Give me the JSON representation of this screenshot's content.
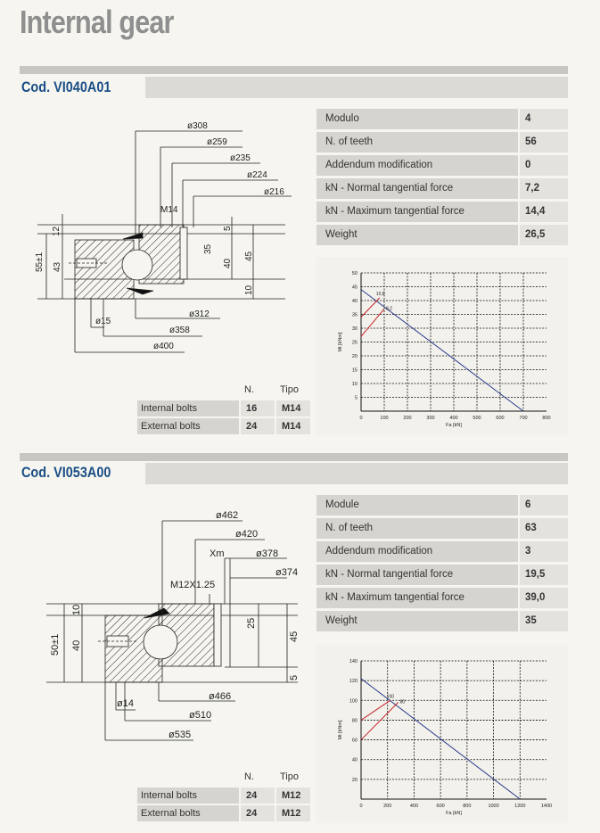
{
  "page_title": "Internal gear",
  "sections": [
    {
      "code": "Cod. VI040A01",
      "params": [
        {
          "label": "Modulo",
          "value": "4"
        },
        {
          "label": "N. of teeth",
          "value": "56"
        },
        {
          "label": "Addendum modification",
          "value": "0"
        },
        {
          "label": "kN - Normal tangential force",
          "value": "7,2"
        },
        {
          "label": "kN - Maximum tangential force",
          "value": "14,4"
        },
        {
          "label": "Weight",
          "value": "26,5"
        }
      ],
      "bolts": {
        "col_n": "N.",
        "col_tipo": "Tipo",
        "rows": [
          {
            "label": "Internal bolts",
            "n": "16",
            "tipo": "M14"
          },
          {
            "label": "External bolts",
            "n": "24",
            "tipo": "M14"
          }
        ]
      },
      "drawing": {
        "d_top": [
          "ø308",
          "ø259",
          "ø235",
          "ø224",
          "ø216"
        ],
        "d_bottom": [
          "ø312",
          "ø358",
          "ø400"
        ],
        "thread": "M14",
        "hole": "ø15",
        "heights": [
          "12",
          "43",
          "55±1",
          "35",
          "5",
          "40",
          "45",
          "10"
        ]
      }
    },
    {
      "code": "Cod. VI053A00",
      "params": [
        {
          "label": "Module",
          "value": "6"
        },
        {
          "label": "N. of teeth",
          "value": "63"
        },
        {
          "label": "Addendum modification",
          "value": "3"
        },
        {
          "label": "kN - Normal tangential force",
          "value": "19,5"
        },
        {
          "label": "kN - Maximum tangential force",
          "value": "39,0"
        },
        {
          "label": "Weight",
          "value": "35"
        }
      ],
      "bolts": {
        "col_n": "N.",
        "col_tipo": "Tipo",
        "rows": [
          {
            "label": "Internal bolts",
            "n": "24",
            "tipo": "M12"
          },
          {
            "label": "External bolts",
            "n": "24",
            "tipo": "M12"
          }
        ]
      },
      "drawing": {
        "d_top": [
          "ø462",
          "ø420",
          "ø378",
          "ø374"
        ],
        "xm": "Xm",
        "d_bottom": [
          "ø466",
          "ø510",
          "ø535"
        ],
        "thread": "M12X1.25",
        "hole": "ø14",
        "heights": [
          "10",
          "40",
          "50±1",
          "25",
          "45",
          "5"
        ]
      }
    }
  ],
  "chart_data": [
    {
      "type": "line",
      "xlabel": "Fa [kN]",
      "ylabel": "Mt [kNm]",
      "xlim": [
        0,
        800
      ],
      "ylim": [
        0,
        50
      ],
      "xticks": [
        "0",
        "100",
        "200",
        "300",
        "400",
        "500",
        "600",
        "700",
        "800"
      ],
      "yticks": [
        "5",
        "10",
        "15",
        "20",
        "25",
        "30",
        "35",
        "40",
        "45",
        "50"
      ],
      "grid": true,
      "annotations": [
        "10,8",
        "8,2"
      ],
      "series": [
        {
          "color": "#2b3a8c",
          "x": [
            0,
            700
          ],
          "y": [
            44,
            0
          ]
        },
        {
          "color": "#c8242b",
          "x": [
            0,
            80
          ],
          "y": [
            34,
            41
          ]
        },
        {
          "color": "#c8242b",
          "x": [
            0,
            100
          ],
          "y": [
            27,
            37
          ]
        }
      ]
    },
    {
      "type": "line",
      "xlabel": "Fa [kN]",
      "ylabel": "Mt [kNm]",
      "xlim": [
        0,
        1400
      ],
      "ylim": [
        0,
        140
      ],
      "xticks": [
        "0",
        "200",
        "400",
        "600",
        "800",
        "1000",
        "1200",
        "1400"
      ],
      "yticks": [
        "20",
        "40",
        "60",
        "80",
        "100",
        "120",
        "140"
      ],
      "grid": true,
      "annotations": [
        "100",
        "80"
      ],
      "series": [
        {
          "color": "#2b3a8c",
          "x": [
            0,
            1200
          ],
          "y": [
            122,
            0
          ]
        },
        {
          "color": "#c8242b",
          "x": [
            0,
            220
          ],
          "y": [
            80,
            100
          ]
        },
        {
          "color": "#c8242b",
          "x": [
            0,
            280
          ],
          "y": [
            60,
            98
          ]
        }
      ]
    }
  ]
}
